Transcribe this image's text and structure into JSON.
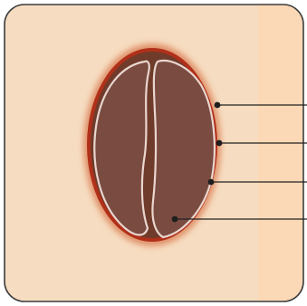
{
  "diagram": {
    "subject": "coffee-bean-cross-section",
    "colors": {
      "panel_background": "#f6dcc0",
      "panel_right_band": "#fbd9b6",
      "panel_border": "#3d3d3d",
      "outer_glow": "#d97a50",
      "outer_ring": "#b0301a",
      "skin_layer": "#6f3b2a",
      "silver_skin": "#e9d6cf",
      "bean_fill": "#7a4b40",
      "leader_line": "#222222",
      "leader_dot": "#1e1e1e"
    },
    "callouts": [
      {
        "id": "outer-skin",
        "label": ""
      },
      {
        "id": "parchment",
        "label": ""
      },
      {
        "id": "silver-skin",
        "label": ""
      },
      {
        "id": "bean-flesh",
        "label": ""
      }
    ]
  }
}
